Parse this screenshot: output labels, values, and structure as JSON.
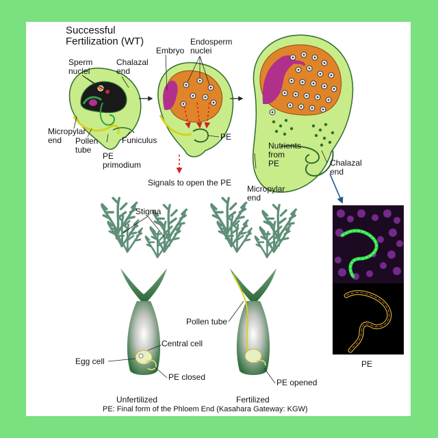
{
  "title": {
    "line1": "Successful",
    "line2": "Fertilization (WT)"
  },
  "labels": {
    "sperm_nuclei_1": "Sperm",
    "sperm_nuclei_2": "nuclei",
    "chalazal_end_top_1": "Chalazal",
    "chalazal_end_top_2": "end",
    "micropylar_end_left_1": "Micropylar",
    "micropylar_end_left_2": "end",
    "pollen_tube_top_1": "Pollen",
    "pollen_tube_top_2": "tube",
    "pe_primodium_1": "PE",
    "pe_primodium_2": "primodium",
    "funiculus": "Funiculus",
    "embryo": "Embryo",
    "endosperm_nuclei_1": "Endosperm",
    "endosperm_nuclei_2": "nuclei",
    "pe_mid": "PE",
    "signals": "Signals to open the PE",
    "nutrients_1": "Nutrients",
    "nutrients_2": "from",
    "nutrients_3": "PE",
    "chalazal_end_right_1": "Chalazal",
    "chalazal_end_right_2": "end",
    "micropylar_end_right_1": "Micropylar",
    "micropylar_end_right_2": "end",
    "stigma": "Stigma",
    "central_cell": "Central cell",
    "egg_cell": "Egg cell",
    "pe_closed": "PE closed",
    "pollen_tube_bottom": "Pollen tube",
    "pe_opened": "PE opened",
    "unfertilized": "Unfertilized",
    "fertilized": "Fertilized",
    "pe_micrograph": "PE",
    "footnote": "PE: Final form of the Phloem End (Kasahara Gateway: KGW)"
  },
  "colors": {
    "frame": "#7be07f",
    "ovule_green": "#c8ec8a",
    "outline_green": "#2f6b2f",
    "endosperm_orange": "#e0842a",
    "embryo_magenta": "#b0308c",
    "pollen_tube_yellow": "#d8d020",
    "signal_red": "#d42020",
    "arrow_blue": "#1f5a8c",
    "pistil_green": "#5a8a6a",
    "micrograph_magenta": "#a23cc0",
    "micrograph_green": "#2ee04a",
    "outline_trace": "#d9a63a"
  }
}
